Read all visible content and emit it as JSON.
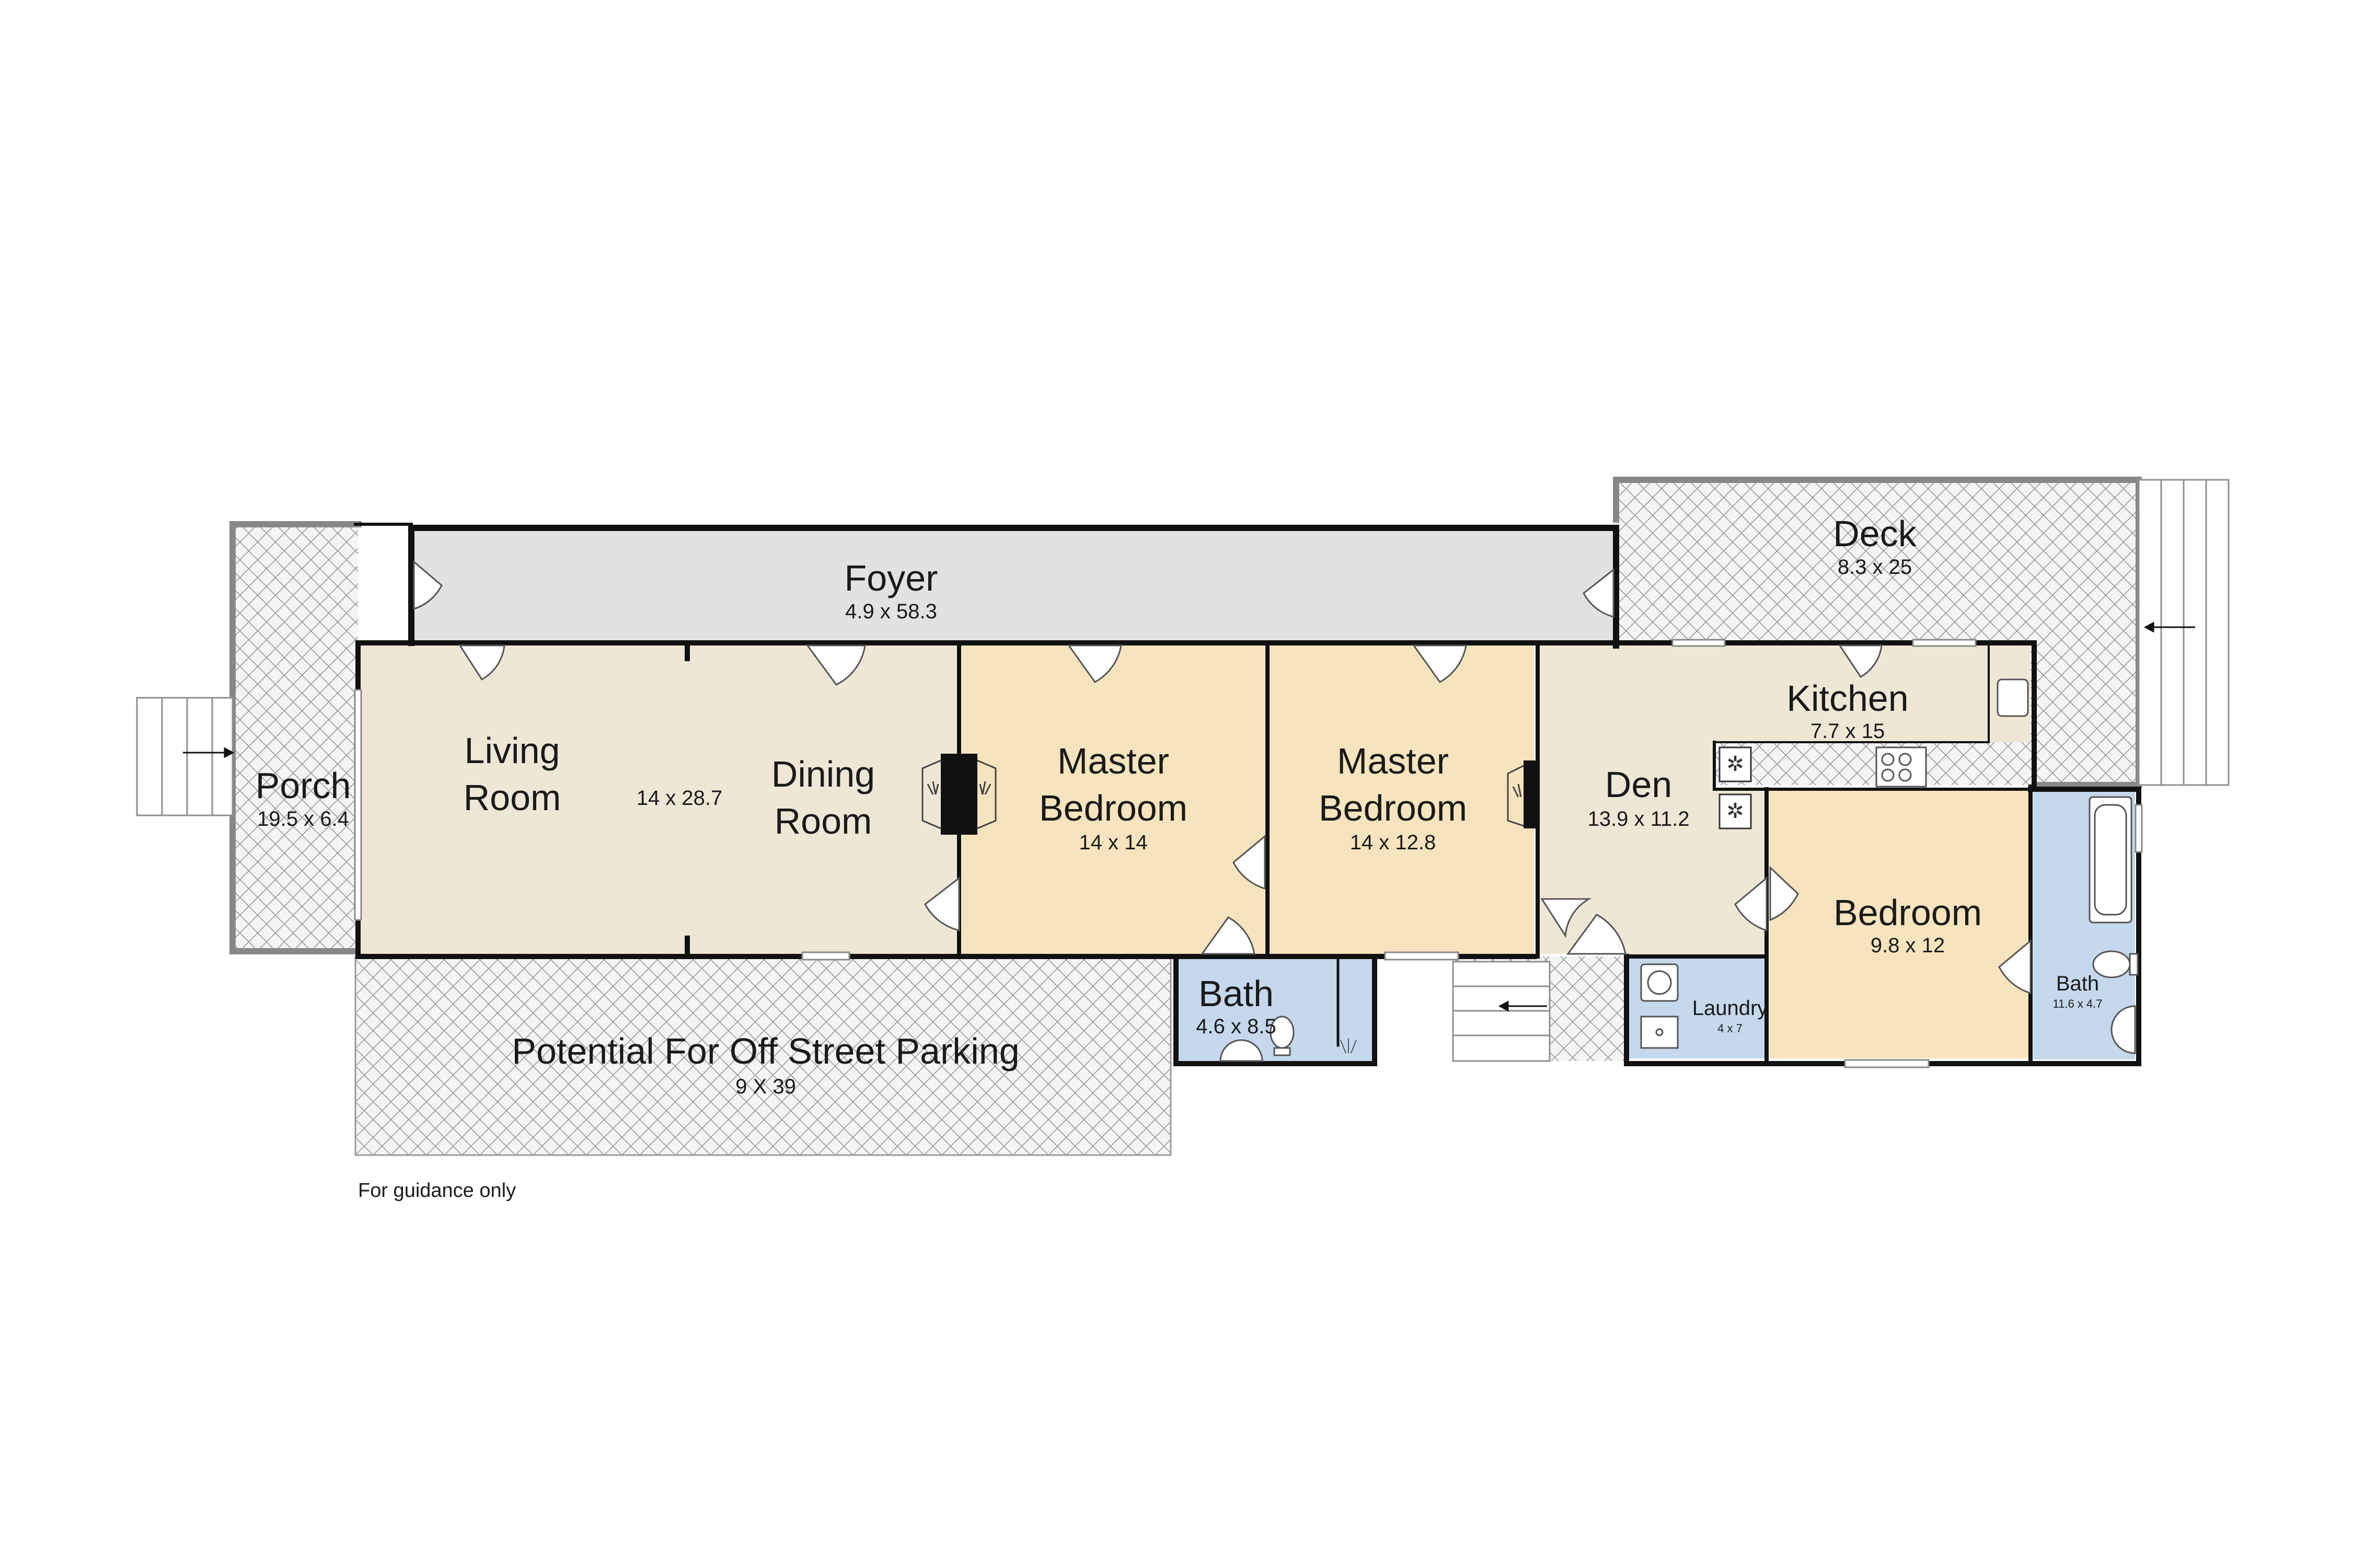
{
  "rooms": {
    "foyer": {
      "name": "Foyer",
      "dims": "4.9 x 58.3"
    },
    "deck": {
      "name": "Deck",
      "dims": "8.3 x 25"
    },
    "porch": {
      "name": "Porch",
      "dims": "19.5 x 6.4"
    },
    "living": {
      "name_line1": "Living",
      "name_line2": "Room"
    },
    "dining": {
      "name_line1": "Dining",
      "name_line2": "Room"
    },
    "living_dining_dims": "14 x 28.7",
    "master1": {
      "name_line1": "Master",
      "name_line2": "Bedroom",
      "dims": "14 x 14"
    },
    "master2": {
      "name_line1": "Master",
      "name_line2": "Bedroom",
      "dims": "14 x 12.8"
    },
    "den": {
      "name": "Den",
      "dims": "13.9 x 11.2"
    },
    "kitchen": {
      "name": "Kitchen",
      "dims": "7.7 x 15"
    },
    "bedroom": {
      "name": "Bedroom",
      "dims": "9.8 x 12"
    },
    "bath_small": {
      "name": "Bath",
      "dims": "4.6 x 8.5"
    },
    "laundry": {
      "name": "Laundry",
      "dims": "4 x 7"
    },
    "bath_right": {
      "name": "Bath",
      "dims": "11.6 x 4.7"
    },
    "parking": {
      "name": "Potential For Off Street Parking",
      "dims": "9 X 39"
    }
  },
  "footer_note": "For guidance only",
  "colors": {
    "foyer_fill": "#e2e2e2",
    "living_fill": "#efe7d6",
    "master_fill": "#f5e4bd",
    "bath_fill": "#c5d8ec",
    "outdoor_fill": "#f2f2f2",
    "wall": "#111111"
  }
}
